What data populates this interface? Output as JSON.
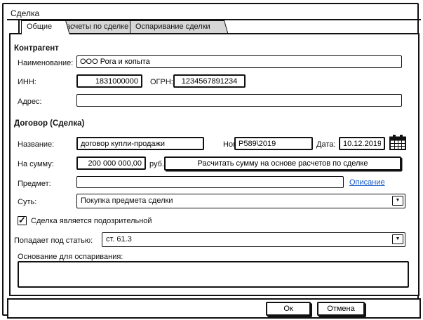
{
  "window": {
    "title": "Сделка"
  },
  "tabs": {
    "general": "Общие",
    "calculations": "Расчеты по сделке",
    "contesting": "Оспаривание сделки"
  },
  "counterparty": {
    "section_title": "Контрагент",
    "name_label": "Наименование:",
    "name_value": "ООО Рога и копыта",
    "inn_label": "ИНН:",
    "inn_value": "1831000000",
    "ogrn_label": "ОГРН:",
    "ogrn_value": "1234567891234",
    "address_label": "Адрес:",
    "address_value": ""
  },
  "contract": {
    "section_title": "Договор (Сделка)",
    "name_label": "Название:",
    "name_value": "договор купли-продажи",
    "number_label": "Номер:",
    "number_value": "Р589\\2019",
    "date_label": "Дата:",
    "date_value": "10.12.2019",
    "amount_label": "На сумму:",
    "amount_value": "200 000 000,00",
    "currency_label": "руб.",
    "calc_button_label": "Расчитать сумму на основе расчетов по сделке",
    "subject_label": "Предмет:",
    "subject_value": "",
    "description_link": "Описание",
    "essence_label": "Суть:",
    "essence_value": "Покупка предмета сделки"
  },
  "contesting": {
    "suspicious_checkbox_label": "Сделка является подозрительной",
    "suspicious_checked": true,
    "article_label": "Попадает под статью:",
    "article_value": "ст. 61.3",
    "reason_label": "Основание для оспаривания:",
    "reason_value": ""
  },
  "footer": {
    "ok_label": "Ок",
    "cancel_label": "Отмена"
  },
  "icons": {
    "dropdown_arrow": "▼",
    "check": "✓"
  },
  "colors": {
    "border": "#111111",
    "link_blue": "#1558c8",
    "tab_inactive_bg": "#d6d6d6",
    "window_bg": "#ffffff"
  }
}
